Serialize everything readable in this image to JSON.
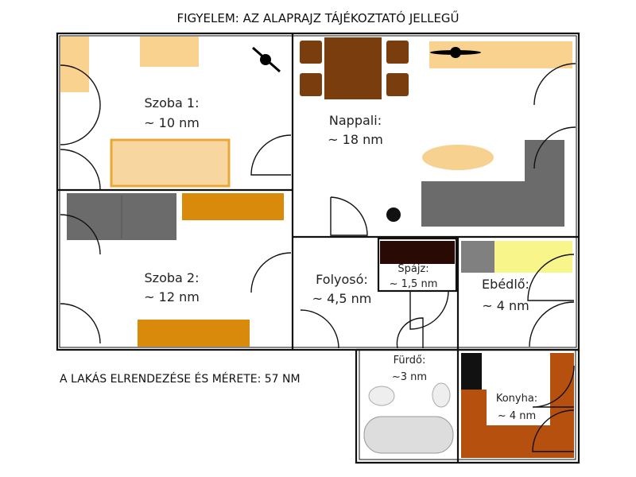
{
  "title": "FIGYELEM: AZ ALAPRAJZ TÁJÉKOZTATÓ JELLEGŰ",
  "summary": "A LAKÁS ELRENDEZÉSE ÉS MÉRETE: 57 NM",
  "rooms": {
    "szoba1": {
      "name": "Szoba 1:",
      "area": "~ 10 nm"
    },
    "nappali": {
      "name": "Nappali:",
      "area": "~ 18 nm"
    },
    "szoba2": {
      "name": "Szoba 2:",
      "area": "~ 12 nm"
    },
    "folyoso": {
      "name": "Folyosó:",
      "area": "~ 4,5 nm"
    },
    "spajz": {
      "name": "Spájz:",
      "area": "~ 1,5 nm"
    },
    "ebedlo": {
      "name": "Ebédlő:",
      "area": "~ 4 nm"
    },
    "furdo": {
      "name": "Fürdő:",
      "area": "~3 nm"
    },
    "konyha": {
      "name": "Konyha:",
      "area": "~ 4 nm"
    }
  },
  "colors": {
    "light_wood": "#f9d28f",
    "orange_wood": "#d98a0a",
    "dark_wood": "#7a3d0e",
    "sofa_gray": "#6b6b6b",
    "kitchen_brown": "#b5500e",
    "yellow": "#f8f68a"
  }
}
